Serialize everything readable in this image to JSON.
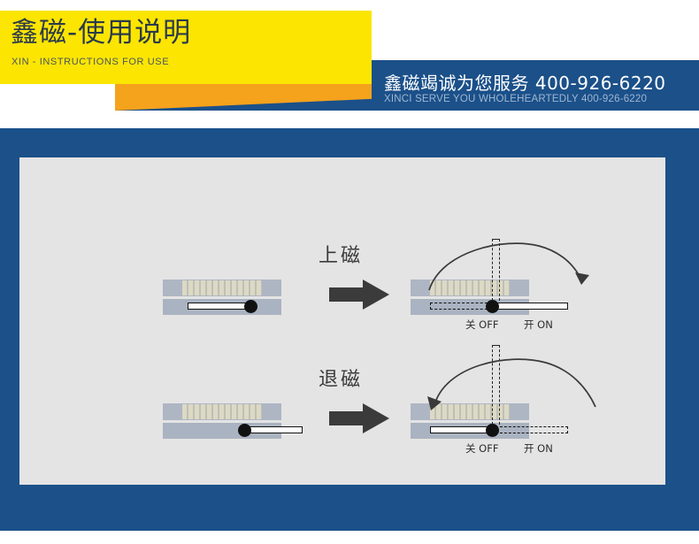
{
  "header": {
    "title_cn": "鑫磁-使用说明",
    "title_en": "XIN - INSTRUCTIONS FOR USE",
    "banner_cn": "鑫磁竭诚为您服务 400-926-6220",
    "banner_en": "XINCI SERVE YOU WHOLEHEARTEDLY 400-926-6220",
    "colors": {
      "yellow": "#FCE500",
      "orange": "#F5A21C",
      "blue": "#1B5089",
      "title_text": "#2B3A4A",
      "banner_sub_text": "#9FB6D2"
    }
  },
  "content": {
    "background": "#E4E4E4",
    "steps": [
      {
        "id": "magnetize",
        "label": "上磁",
        "arrow_icon": "right-block-arrow",
        "before": {
          "lever_state": "off",
          "description": "lever at left / knob inside body"
        },
        "after": {
          "lever_state": "on",
          "rotation": "clockwise",
          "switch_labels": {
            "off": "关 OFF",
            "on": "开 ON"
          }
        }
      },
      {
        "id": "demagnetize",
        "label": "退磁",
        "arrow_icon": "right-block-arrow",
        "before": {
          "lever_state": "on",
          "description": "knob with bar extending right"
        },
        "after": {
          "lever_state": "off",
          "rotation": "counter-clockwise",
          "switch_labels": {
            "off": "关 OFF",
            "on": "开 ON"
          }
        }
      }
    ]
  }
}
